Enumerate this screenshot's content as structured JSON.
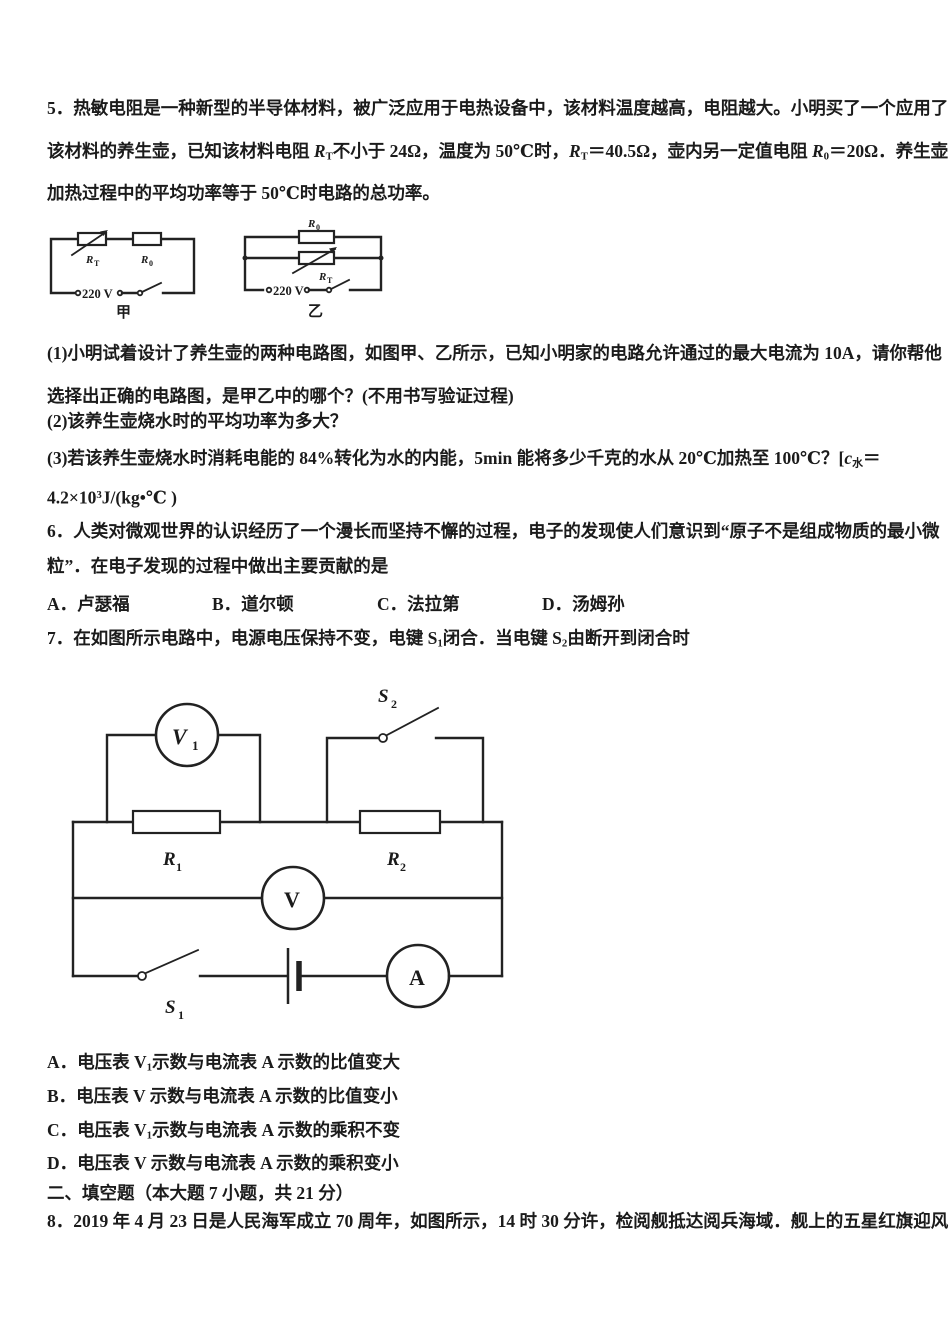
{
  "colors": {
    "text": "#1b1b1b",
    "background": "#ffffff"
  },
  "q5": {
    "lines": [
      {
        "runs": [
          {
            "t": "5．热敏电阻是一种新型的半导体材料，被广泛应用于电热设备中，该材料温度越高，电阻越大。小明买了一个应用了"
          }
        ]
      },
      {
        "runs": [
          {
            "t": "该材料的养生壶，已知该材料电阻 "
          },
          {
            "t": "R",
            "style": "i"
          },
          {
            "t": "T",
            "style": "sub"
          },
          {
            "t": "不小于 24Ω，温度为 50℃时，"
          },
          {
            "t": "R",
            "style": "i"
          },
          {
            "t": "T",
            "style": "sub"
          },
          {
            "t": "＝40.5Ω，壶内另一定值电阻 "
          },
          {
            "t": "R",
            "style": "i"
          },
          {
            "t": "0",
            "style": "sub"
          },
          {
            "t": "＝20Ω．养生壶"
          }
        ]
      },
      {
        "runs": [
          {
            "t": "加热过程中的平均功率等于 50℃时电路的总功率。"
          }
        ]
      }
    ],
    "sub1": {
      "lines": [
        {
          "runs": [
            {
              "t": "(1)小明试着设计了养生壶的两种电路图，如图甲、乙所示，已知小明家的电路允许通过的最大电流为 10A，请你帮他"
            }
          ]
        },
        {
          "runs": [
            {
              "t": "选择出正确的电路图，是甲乙中的哪个？(不用书写验证过程)"
            }
          ]
        }
      ]
    },
    "sub2": {
      "lines": [
        {
          "runs": [
            {
              "t": "(2)该养生壶烧水时的平均功率为多大？"
            }
          ]
        }
      ]
    },
    "sub3": {
      "lines": [
        {
          "runs": [
            {
              "t": "(3)若该养生壶烧水时消耗电能的 84%转化为水的内能，5min 能将多少千克的水从 20℃加热至 100℃？["
            },
            {
              "t": "c",
              "style": "i"
            },
            {
              "t": "水",
              "style": "sub"
            },
            {
              "t": "＝"
            }
          ]
        },
        {
          "runs": [
            {
              "t": "4.2×10"
            },
            {
              "t": "3",
              "style": "sup"
            },
            {
              "t": "J/(kg•℃ )"
            }
          ]
        }
      ]
    }
  },
  "circuit_jia": {
    "caption": "甲",
    "voltage": "220 V",
    "rt": {
      "main": "R",
      "sub": "T"
    },
    "r0": {
      "main": "R",
      "sub": "0"
    }
  },
  "circuit_yi": {
    "caption": "乙",
    "voltage": "220 V",
    "rt": {
      "main": "R",
      "sub": "T"
    },
    "r0": {
      "main": "R",
      "sub": "0"
    }
  },
  "q6": {
    "lines": [
      {
        "runs": [
          {
            "t": "6．人类对微观世界的认识经历了一个漫长而坚持不懈的过程，电子的发现使人们意识到“原子不是组成物质的最小微"
          }
        ]
      },
      {
        "runs": [
          {
            "t": "粒”．在电子发现的过程中做出主要贡献的是"
          }
        ]
      }
    ],
    "options": [
      "A．卢瑟福",
      "B．道尔顿",
      "C．法拉第",
      "D．汤姆孙"
    ]
  },
  "q7": {
    "lines": [
      {
        "runs": [
          {
            "t": "7．在如图所示电路中，电源电压保持不变，电键 S"
          },
          {
            "t": "1",
            "style": "sub"
          },
          {
            "t": "闭合．当电键 S"
          },
          {
            "t": "2",
            "style": "sub"
          },
          {
            "t": "由断开到闭合时"
          }
        ]
      }
    ],
    "options": [
      {
        "runs": [
          {
            "t": "A．电压表 V"
          },
          {
            "t": "1",
            "style": "sub"
          },
          {
            "t": "示数与电流表 A 示数的比值变大"
          }
        ]
      },
      {
        "runs": [
          {
            "t": "B．电压表 V 示数与电流表 A 示数的比值变小"
          }
        ]
      },
      {
        "runs": [
          {
            "t": "C．电压表 V"
          },
          {
            "t": "1",
            "style": "sub"
          },
          {
            "t": "示数与电流表 A 示数的乘积不变"
          }
        ]
      },
      {
        "runs": [
          {
            "t": "D．电压表 V 示数与电流表 A 示数的乘积变小"
          }
        ]
      }
    ]
  },
  "circuit_q7": {
    "v1": {
      "main": "V",
      "sub": "1"
    },
    "s2": {
      "main": "S",
      "sub": "2"
    },
    "r1": {
      "main": "R",
      "sub": "1"
    },
    "r2": {
      "main": "R",
      "sub": "2"
    },
    "v": "V",
    "a": "A",
    "s1": {
      "main": "S",
      "sub": "1"
    }
  },
  "section2": {
    "title": "二、填空题（本大题 7 小题，共 21 分）"
  },
  "q8": {
    "lines": [
      {
        "runs": [
          {
            "t": "8．2019 年 4 月 23 日是人民海军成立 70 周年，如图所示，14 时 30 分许，检阅舰抵达阅兵海域．舰上的五星红旗迎风"
          }
        ]
      }
    ]
  }
}
